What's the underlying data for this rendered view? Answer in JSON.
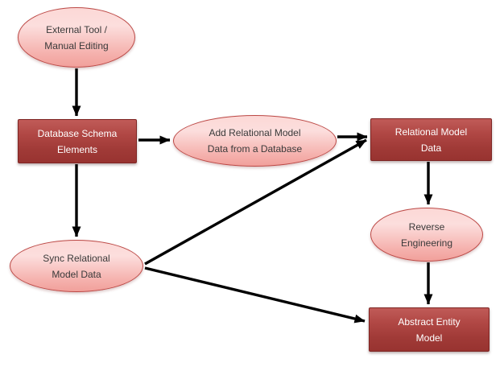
{
  "diagram": {
    "nodes": [
      {
        "id": "external-tool-manual-editing",
        "shape": "ellipse",
        "lines": [
          "External Tool /",
          "Manual Editing"
        ]
      },
      {
        "id": "database-schema-elements",
        "shape": "rectangle",
        "lines": [
          "Database Schema",
          "Elements"
        ]
      },
      {
        "id": "add-relational-model-data-from-a-database",
        "shape": "ellipse",
        "lines": [
          "Add Relational Model",
          "Data from a Database"
        ]
      },
      {
        "id": "relational-model-data",
        "shape": "rectangle",
        "lines": [
          "Relational Model",
          "Data"
        ]
      },
      {
        "id": "sync-relational-model-data",
        "shape": "ellipse",
        "lines": [
          "Sync Relational",
          "Model Data"
        ]
      },
      {
        "id": "reverse-engineering",
        "shape": "ellipse",
        "lines": [
          "Reverse",
          "Engineering"
        ]
      },
      {
        "id": "abstract-entity-model",
        "shape": "rectangle",
        "lines": [
          "Abstract Entity",
          "Model"
        ]
      }
    ],
    "edges": [
      {
        "from": "external-tool-manual-editing",
        "to": "database-schema-elements"
      },
      {
        "from": "database-schema-elements",
        "to": "add-relational-model-data-from-a-database"
      },
      {
        "from": "add-relational-model-data-from-a-database",
        "to": "relational-model-data"
      },
      {
        "from": "database-schema-elements",
        "to": "sync-relational-model-data"
      },
      {
        "from": "sync-relational-model-data",
        "to": "relational-model-data"
      },
      {
        "from": "sync-relational-model-data",
        "to": "abstract-entity-model"
      },
      {
        "from": "relational-model-data",
        "to": "reverse-engineering"
      },
      {
        "from": "reverse-engineering",
        "to": "abstract-entity-model"
      }
    ],
    "colors": {
      "background": "#ffffff",
      "ellipse_fill_top": "#fcd8d6",
      "ellipse_fill_bottom": "#f1a09b",
      "ellipse_border": "#bc4946",
      "ellipse_text": "#3a3a3a",
      "rect_fill_top": "#c05b58",
      "rect_fill_bottom": "#983330",
      "rect_border": "#7e2523",
      "rect_text": "#ffffff",
      "arrow": "#000000"
    }
  }
}
